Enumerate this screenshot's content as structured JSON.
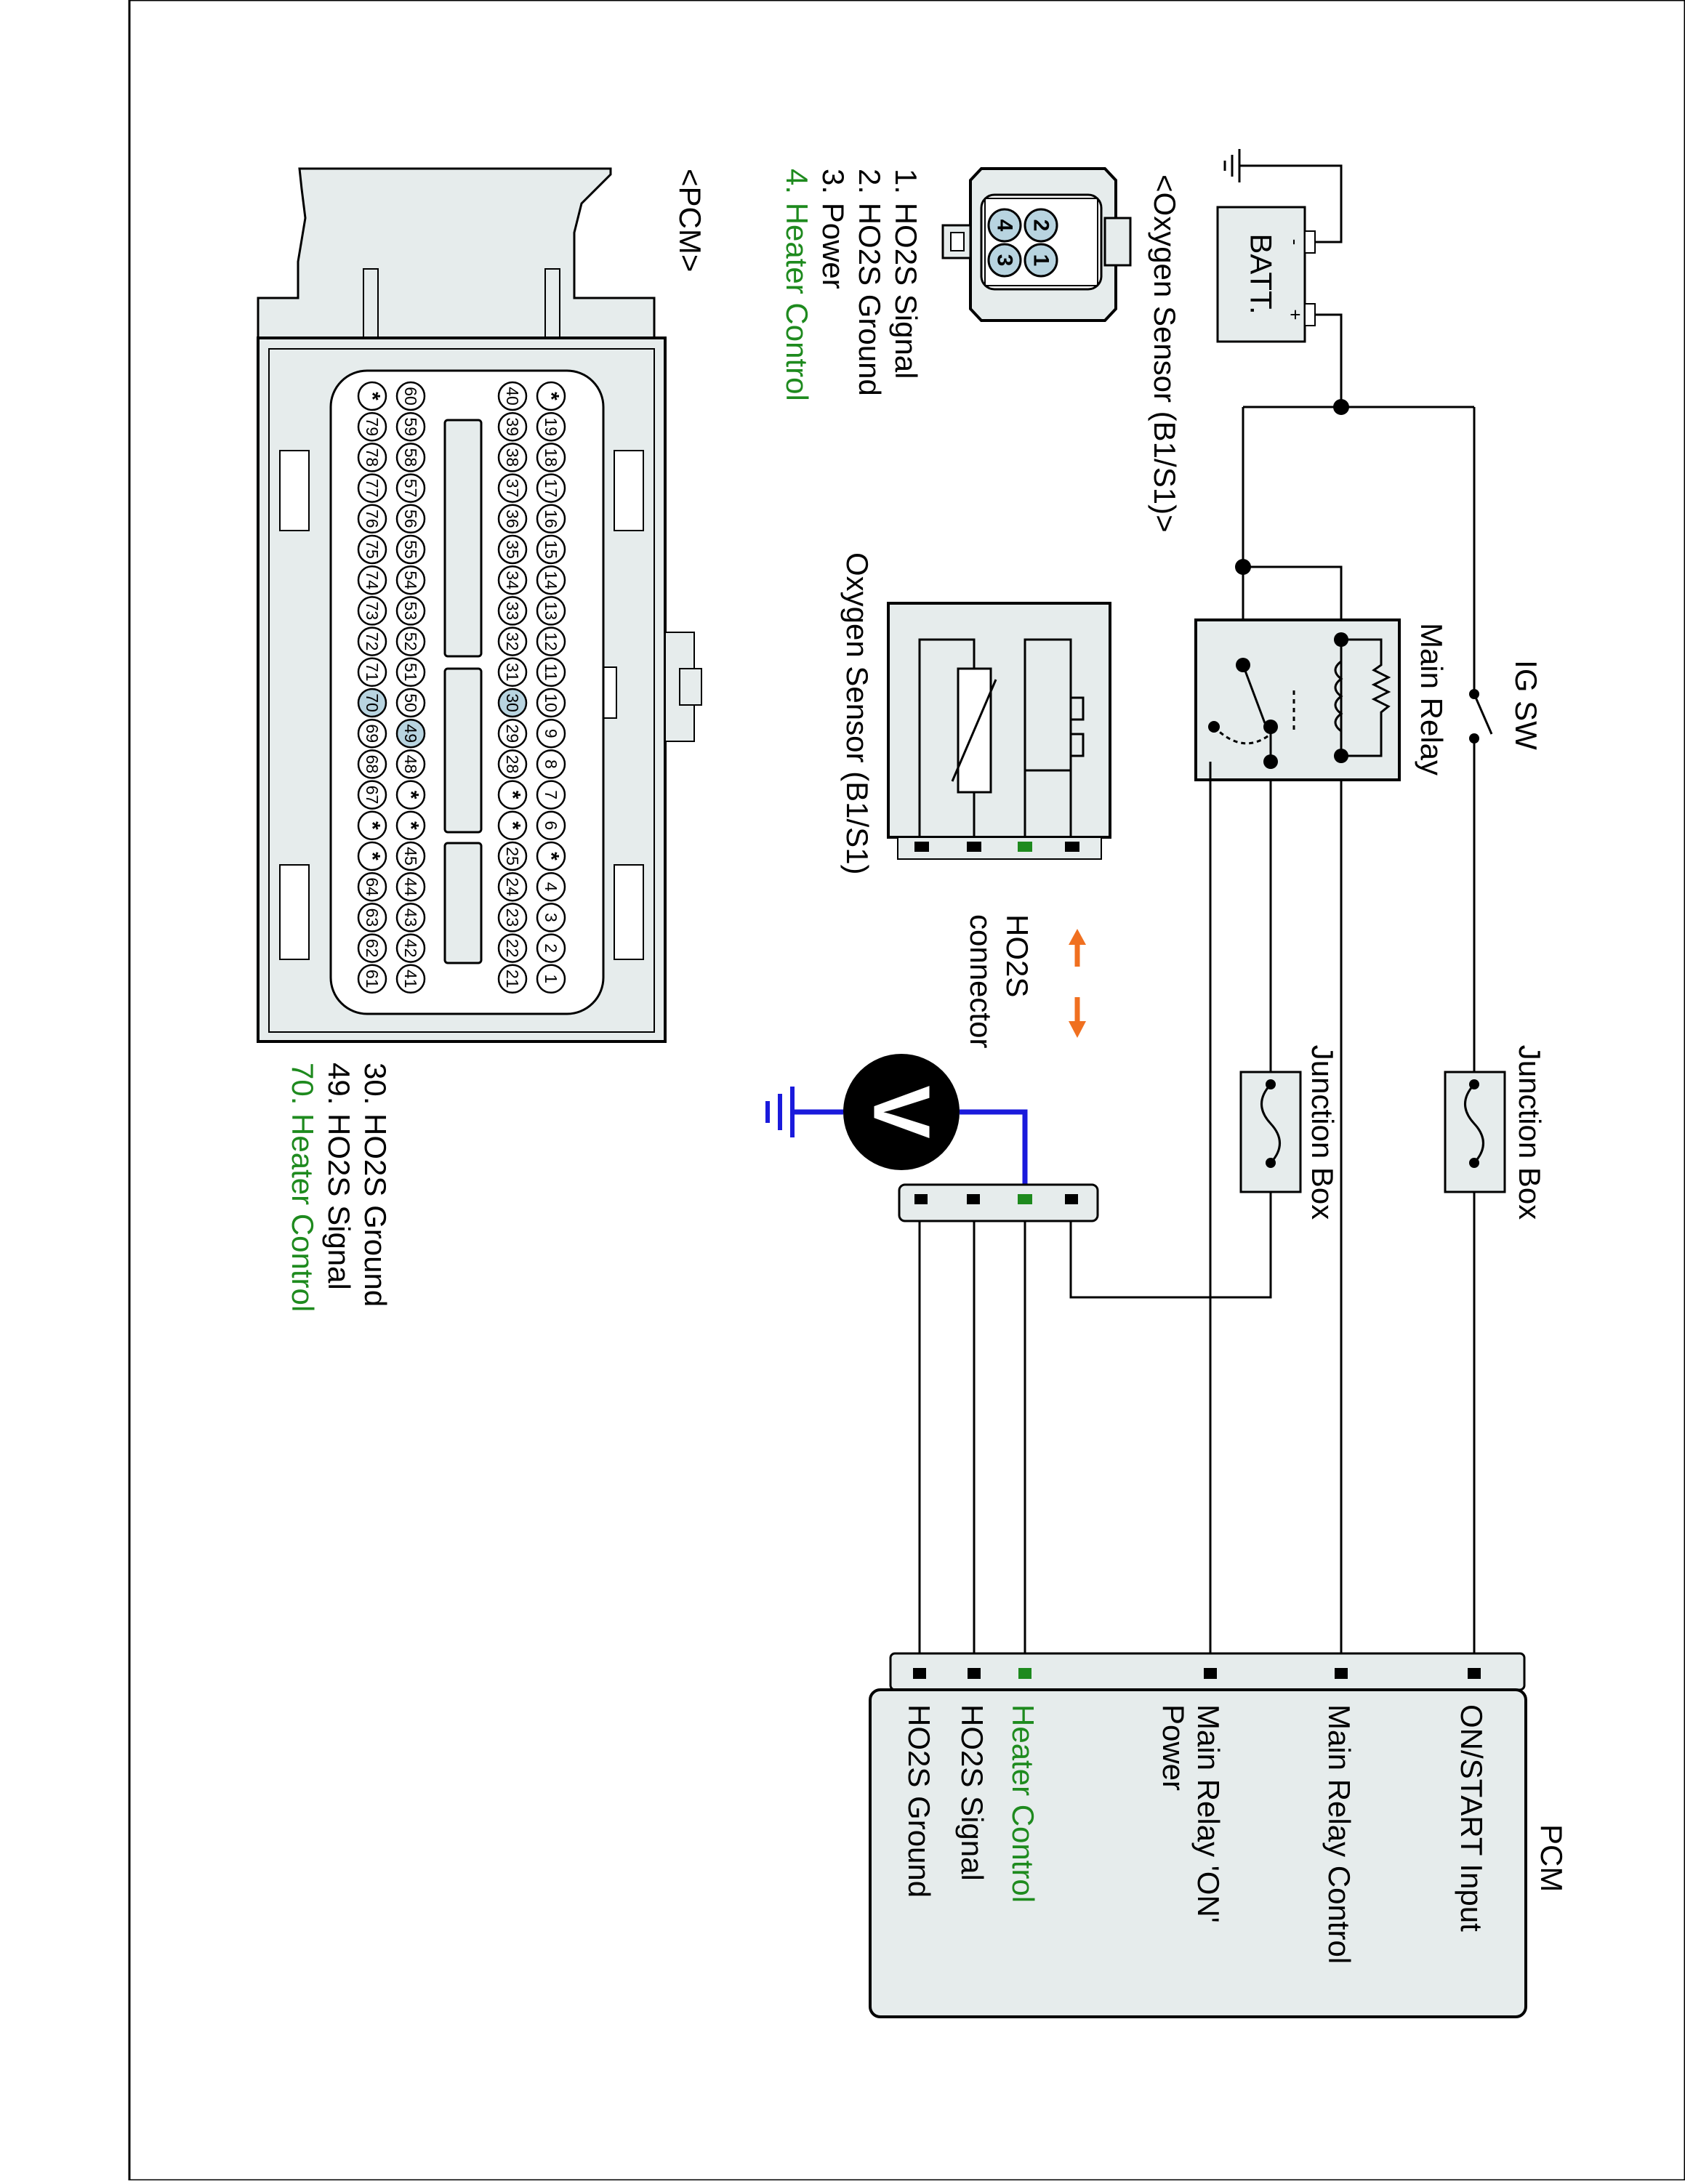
{
  "colors": {
    "highlight_green": "#1e8a1e",
    "meter_wire_blue": "#1a1adc",
    "arrow_orange": "#f07020",
    "component_fill": "#e6ecec",
    "pin_highlight": "#b8d4e0"
  },
  "labels": {
    "ig_sw": "IG SW",
    "main_relay": "Main Relay",
    "batt": "BATT.",
    "batt_neg": "-",
    "batt_pos": "+",
    "junction_box_1": "Junction Box",
    "junction_box_2": "Junction Box",
    "o2_sensor_title": "<Oxygen Sensor (B1/S1)>",
    "o2_sensor_component": "Oxygen Sensor (B1/S1)",
    "ho2s_connector_line1": "HO2S",
    "ho2s_connector_line2": "connector",
    "pcm_title": "<PCM>",
    "pcm_box_title": "PCM",
    "meter_symbol": "V"
  },
  "pcm_pins": [
    {
      "label": "ON/START Input",
      "highlight": false
    },
    {
      "label": "Main Relay Control",
      "highlight": false
    },
    {
      "label": "Main Relay 'ON'",
      "label2": "Power",
      "highlight": false
    },
    {
      "label": "Heater Control",
      "highlight": true
    },
    {
      "label": "HO2S  Signal",
      "highlight": false
    },
    {
      "label": "HO2S  Ground",
      "highlight": false
    }
  ],
  "o2_connector_legend": [
    {
      "text": "1. HO2S  Signal",
      "highlight": false
    },
    {
      "text": "2. HO2S  Ground",
      "highlight": false
    },
    {
      "text": "3. Power",
      "highlight": false
    },
    {
      "text": "4. Heater Control",
      "highlight": true
    }
  ],
  "o2_connector_pins": [
    "2",
    "1",
    "4",
    "3"
  ],
  "pcm_connector_legend": [
    {
      "text": "30. HO2S  Ground",
      "highlight": false
    },
    {
      "text": "49. HO2S  Signal",
      "highlight": false
    },
    {
      "text": "70. Heater Control",
      "highlight": true
    }
  ],
  "pcm_connector_rows": [
    [
      "*",
      "19",
      "18",
      "17",
      "16",
      "15",
      "14",
      "13",
      "12",
      "11",
      "10",
      "9",
      "8",
      "7",
      "6",
      "*",
      "4",
      "3",
      "2",
      "1"
    ],
    [
      "40",
      "39",
      "38",
      "37",
      "36",
      "35",
      "34",
      "33",
      "32",
      "31",
      "30",
      "29",
      "28",
      "*",
      "*",
      "25",
      "24",
      "23",
      "22",
      "21"
    ],
    [
      "60",
      "59",
      "58",
      "57",
      "56",
      "55",
      "54",
      "53",
      "52",
      "51",
      "50",
      "49",
      "48",
      "*",
      "*",
      "45",
      "44",
      "43",
      "42",
      "41"
    ],
    [
      "*",
      "79",
      "78",
      "77",
      "76",
      "75",
      "74",
      "73",
      "72",
      "71",
      "70",
      "69",
      "68",
      "67",
      "*",
      "*",
      "64",
      "63",
      "62",
      "61"
    ]
  ],
  "pcm_highlighted_pins": [
    "30",
    "49",
    "70"
  ]
}
